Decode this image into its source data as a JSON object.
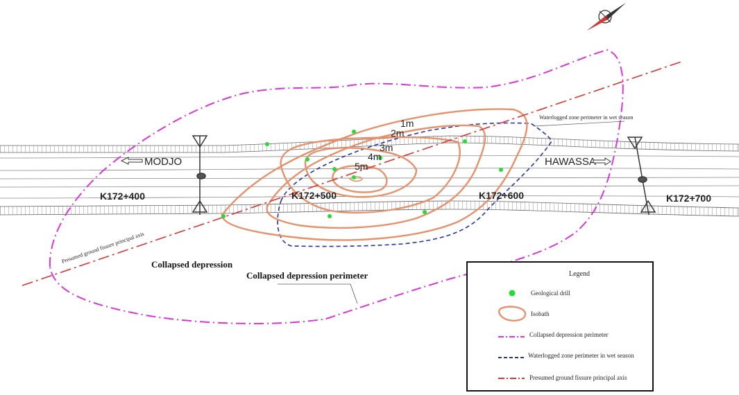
{
  "road": {
    "direction_left": "MODJO",
    "direction_right": "HAWASSA",
    "chainages": [
      "K172+400",
      "K172+500",
      "K172+600",
      "K172+700"
    ]
  },
  "isobaths": [
    "1m",
    "2m",
    "3m",
    "4m",
    "5m"
  ],
  "annotations": {
    "waterlogged_zone": "Waterlogged zone perimeter in wet season",
    "fissure_axis": "Presumed ground fissure principal axis",
    "collapsed_depression": "Collapsed depression",
    "collapsed_depression_perimeter": "Collapsed depression perimeter"
  },
  "legend": {
    "title": "Legend",
    "items": [
      {
        "label": "Geological drill",
        "symbol": "green-dot-icon",
        "color": "#22dd33"
      },
      {
        "label": "Isobath",
        "symbol": "orange-contour-icon",
        "color": "#e8906a"
      },
      {
        "label": "Collapsed depression perimeter",
        "symbol": "magenta-dashdot-line",
        "color": "#dd33dd"
      },
      {
        "label": "Waterlogged zone perimeter in wet season",
        "symbol": "blue-dashed-line",
        "color": "#2233aa"
      },
      {
        "label": "Presumed ground fissure principal axis",
        "symbol": "red-dashdot-line",
        "color": "#dd3333"
      }
    ]
  },
  "colors": {
    "isobath": "#e8906a",
    "perimeter": "#dd33dd",
    "waterlogged": "#2233aa",
    "fissure": "#dd3333",
    "drill": "#22dd33"
  }
}
